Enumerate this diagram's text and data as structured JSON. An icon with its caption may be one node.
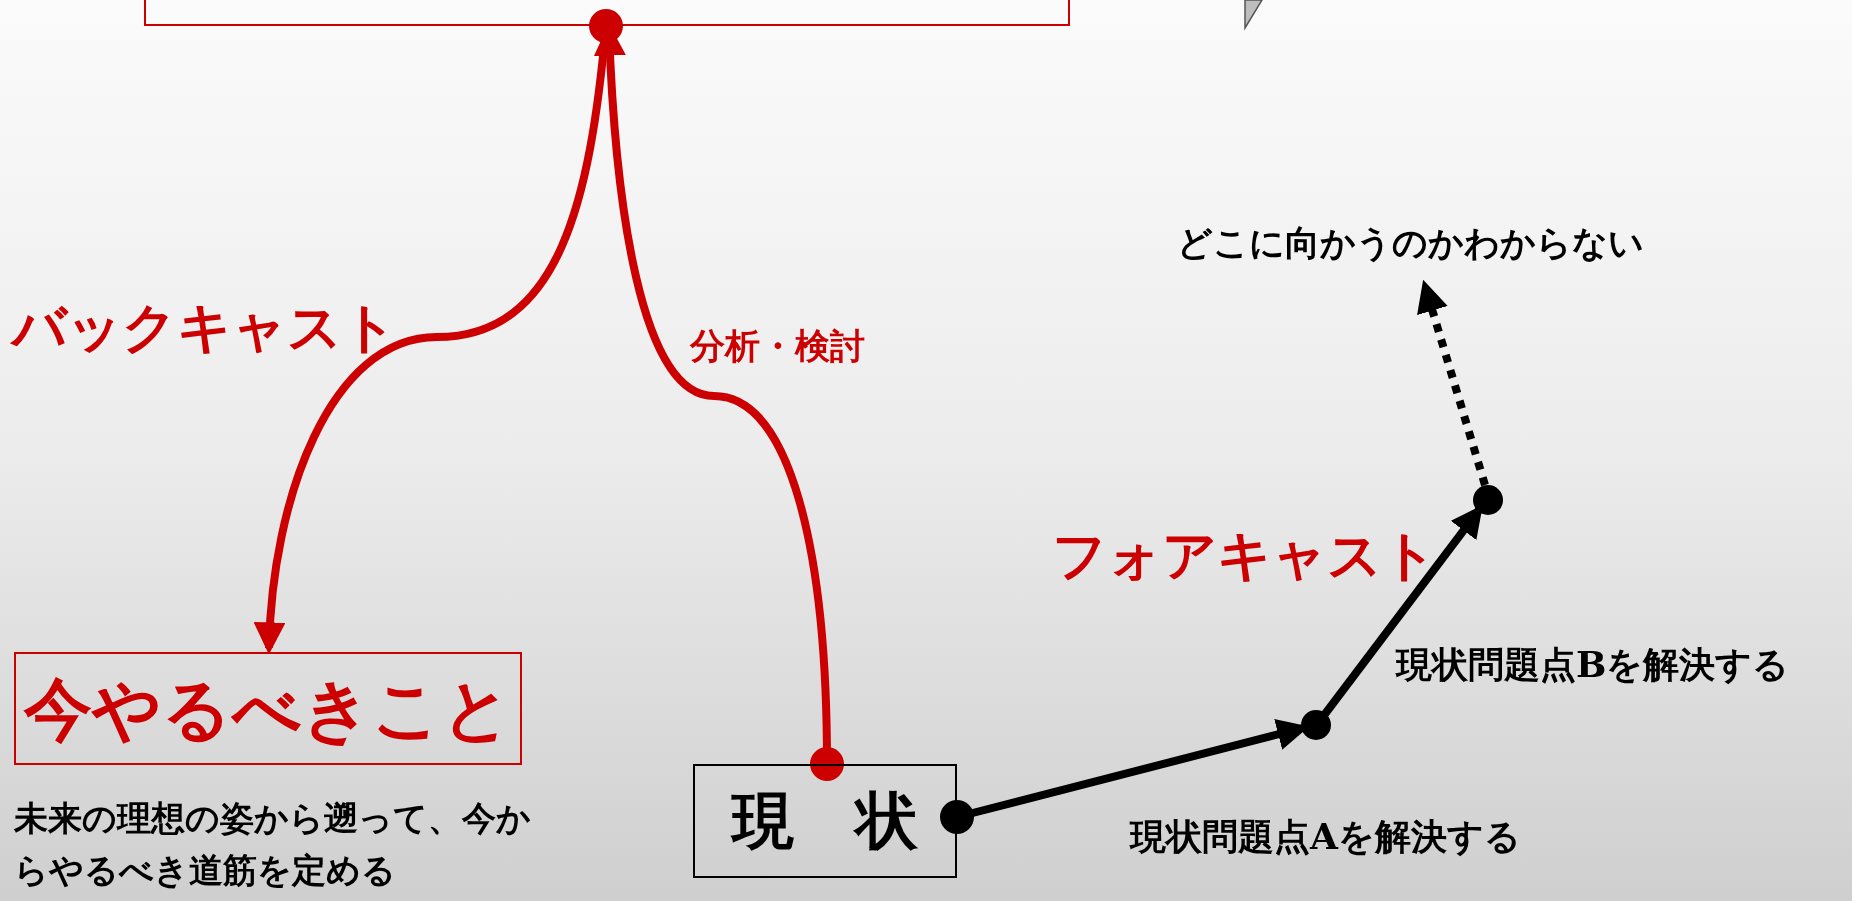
{
  "diagram": {
    "nodes": [
      {
        "text": [],
        "shape": "box"
      },
      {
        "text": [
          "今やるべきこと"
        ],
        "beside": [
          "未来の理想の姿から遡って、今からやるべき道筋を定める"
        ]
      },
      {
        "text": [
          "現　状"
        ]
      },
      {
        "text": [],
        "shape": "circle"
      },
      {
        "text": [],
        "shape": "circle"
      },
      {
        "text": [
          "どこに向かうのかわからない"
        ]
      }
    ],
    "edges": [
      {
        "from": 0,
        "to": 1,
        "arrow": "to",
        "label": "バックキャスト",
        "color": "#cc0000"
      },
      {
        "from": 2,
        "to": 0,
        "arrow": "to",
        "label": "分析・検討",
        "color": "#cc0000"
      },
      {
        "from": 2,
        "to": 3,
        "arrow": "to",
        "label": "現状問題点Aを解決する",
        "color": "#000000"
      },
      {
        "from": 3,
        "to": 4,
        "arrow": "to",
        "label": "現状問題点Bを解決する",
        "color": "#000000"
      },
      {
        "from": 4,
        "to": 5,
        "arrow": "to",
        "style": "dashed",
        "color": "#000000"
      }
    ],
    "labels": [
      "フォアキャスト"
    ]
  }
}
